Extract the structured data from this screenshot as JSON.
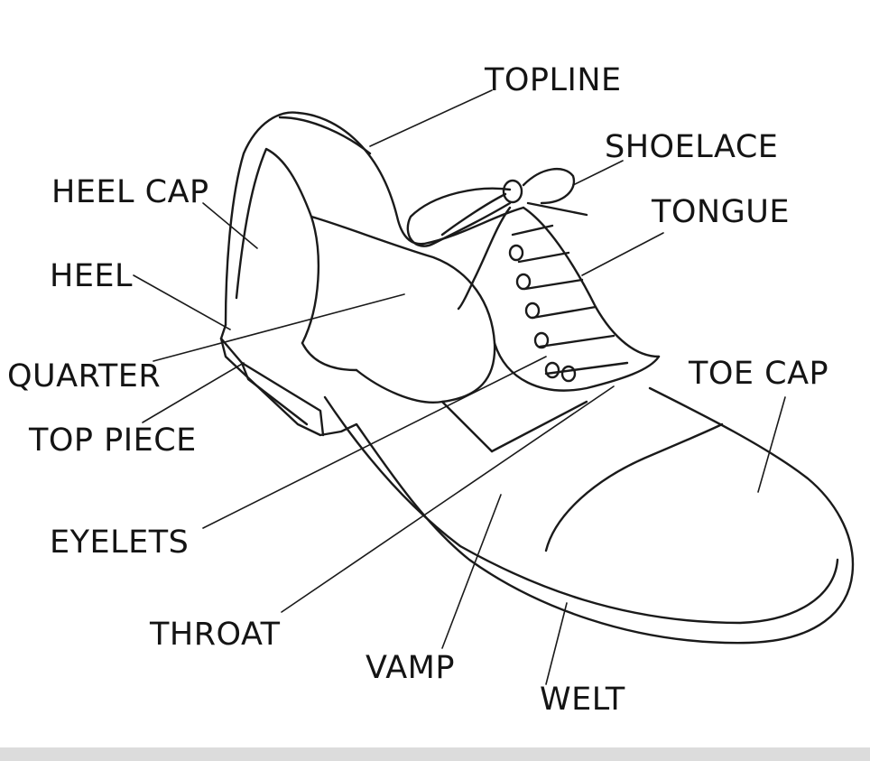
{
  "colors": {
    "outline": "#1a1a1a",
    "background": "#ffffff",
    "bottom_bar": "#dcdcdc"
  },
  "labels": {
    "topline": "TOPLINE",
    "shoelace": "SHOELACE",
    "tongue": "TONGUE",
    "heel_cap": "HEEL CAP",
    "heel": "HEEL",
    "quarter": "QUARTER",
    "top_piece": "TOP PIECE",
    "toe_cap": "TOE CAP",
    "eyelets": "EYELETS",
    "throat": "THROAT",
    "vamp": "VAMP",
    "welt": "WELT"
  }
}
